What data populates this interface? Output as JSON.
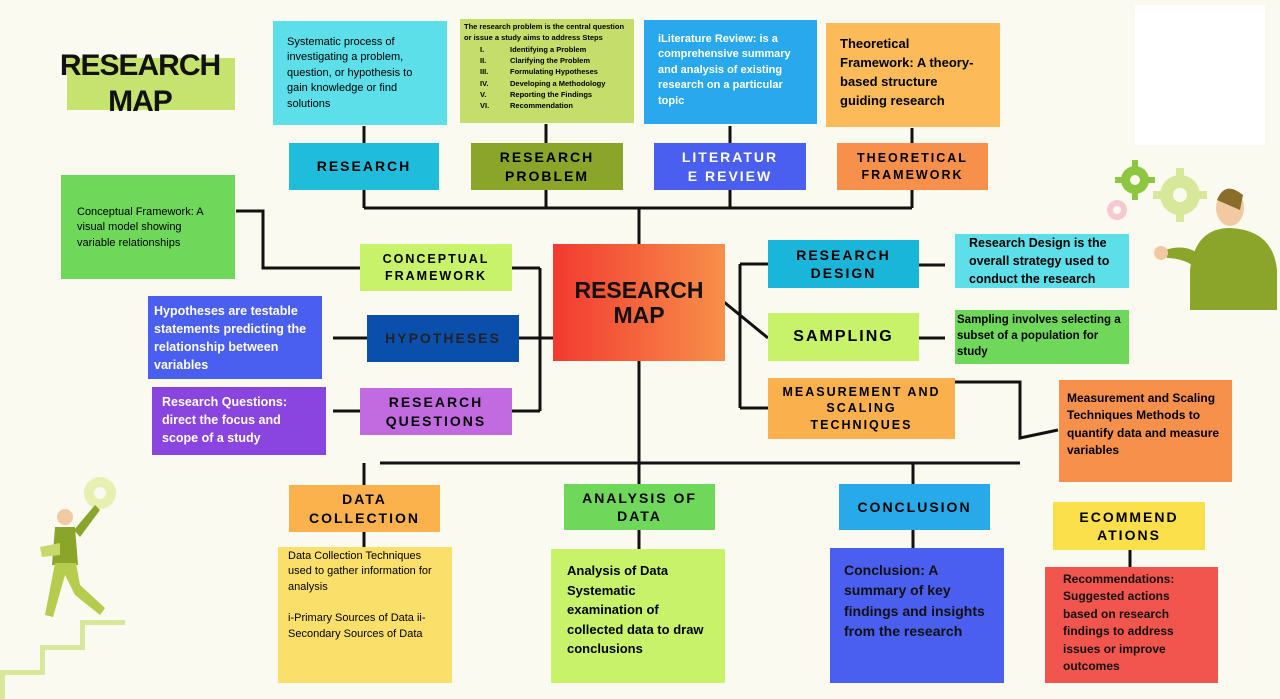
{
  "title": {
    "line1": "RESEARCH",
    "line2": "MAP"
  },
  "center": {
    "line1": "RESEARCH",
    "line2": "MAP"
  },
  "top": [
    {
      "label": "RESEARCH",
      "desc": "Systematic process of investigating a problem, question, or hypothesis to gain knowledge or find solutions"
    },
    {
      "label": "RESEARCH PROBLEM",
      "desc_intro": "The research problem is the central question or issue a study aims to address Steps",
      "steps": [
        {
          "num": "I.",
          "text": "Identifying a Problem"
        },
        {
          "num": "II.",
          "text": "Clarifying the Problem"
        },
        {
          "num": "III.",
          "text": "Formulating Hypotheses"
        },
        {
          "num": "IV.",
          "text": "Developing a Methodology"
        },
        {
          "num": "V.",
          "text": "Reporting the Findings"
        },
        {
          "num": "VI.",
          "text": "Recommendation"
        }
      ]
    },
    {
      "label": "LITERATUR E REVIEW",
      "desc": "iLiterature Review: is a comprehensive summary and analysis of existing research on a particular topic"
    },
    {
      "label": "THEORETICAL FRAMEWORK",
      "desc": "Theoretical Framework: A theory-based structure guiding research"
    }
  ],
  "left": [
    {
      "label": "CONCEPTUAL FRAMEWORK",
      "desc": "Conceptual Framework: A visual model showing variable relationships"
    },
    {
      "label": "HYPOTHESES",
      "desc": "Hypotheses are testable statements predicting the relationship between variables"
    },
    {
      "label": "RESEARCH QUESTIONS",
      "desc": "Research Questions: direct the focus and scope of a study"
    }
  ],
  "right": [
    {
      "label": "RESEARCH DESIGN",
      "desc": "Research Design is the overall strategy used to conduct the research"
    },
    {
      "label": "SAMPLING",
      "desc": "Sampling involves selecting a subset of a population for study"
    },
    {
      "label": "MEASUREMENT AND SCALING TECHNIQUES",
      "desc": "Measurement and Scaling Techniques Methods to quantify data and measure variables"
    }
  ],
  "bottom": [
    {
      "label": "DATA COLLECTION",
      "desc1": "Data Collection Techniques used to gather information for analysis",
      "desc2": "i-Primary Sources of Data ii-Secondary Sources of Data"
    },
    {
      "label": "ANALYSIS OF DATA",
      "desc": "Analysis of Data Systematic examination of collected data to draw conclusions"
    },
    {
      "label": "CONCLUSION",
      "desc": "Conclusion: A summary of key findings and insights from the research"
    },
    {
      "label": "ECOMMEND ATIONS",
      "desc": "Recommendations: Suggested actions based on research findings to address issues or improve outcomes"
    }
  ],
  "colors": {
    "background": "#fbfaf1",
    "center": "#f0522c",
    "research": "#1fbddb",
    "research_problem": "#8aa52a",
    "literature_review": "#4a5ff0",
    "theoretical": "#f7904a",
    "conceptual": "#c7f26a",
    "hypotheses": "#0b4fad",
    "research_questions": "#c26ae0",
    "research_design": "#1ab6da",
    "sampling": "#c7f26a",
    "measurement": "#f9b04d",
    "data_collection": "#fbb24d",
    "analysis": "#6fd85a",
    "conclusion": "#27a9ea",
    "recommendations": "#fbdf4b"
  }
}
